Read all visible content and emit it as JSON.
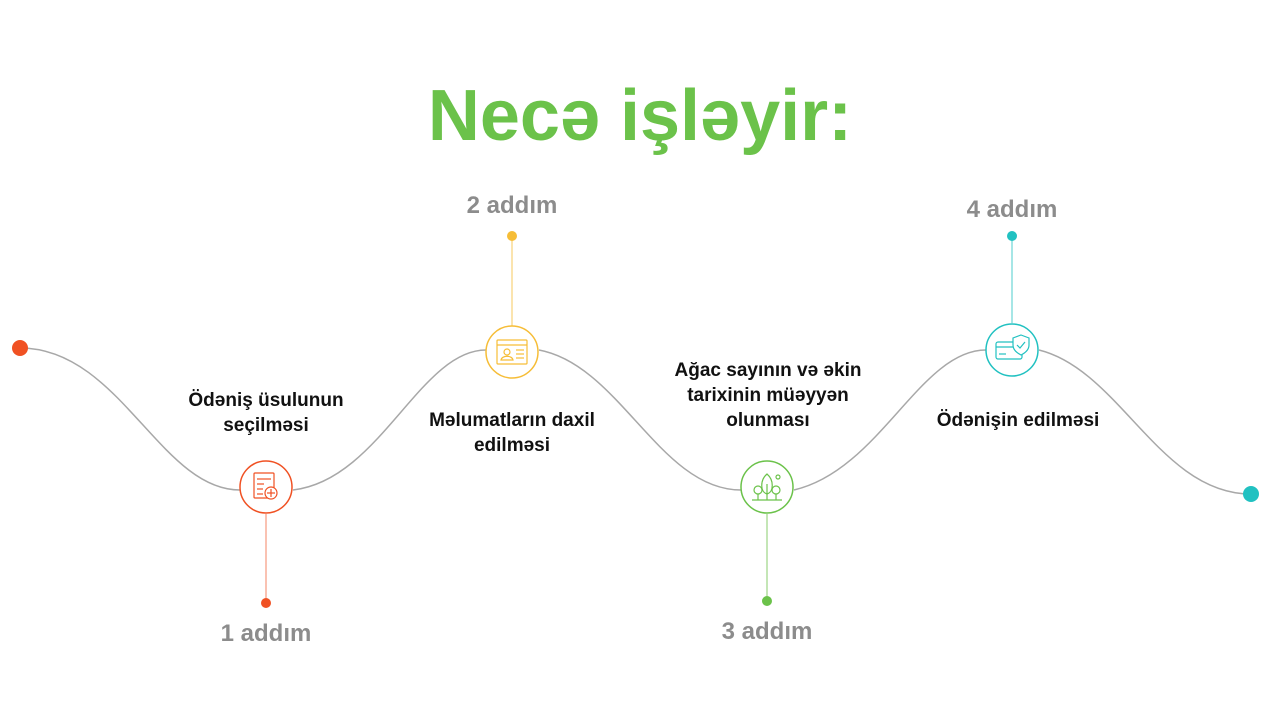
{
  "title": "Necə işləyir:",
  "steps": [
    {
      "number": "1 addım",
      "description": "Ödəniş üsulunun seçilməsi",
      "color": "#f05123",
      "icon": "document-card-icon"
    },
    {
      "number": "2 addım",
      "description": "Məlumatların daxil edilməsi",
      "color": "#f6bd37",
      "icon": "profile-form-icon"
    },
    {
      "number": "3 addım",
      "description": "Ağac sayının və əkin tarixinin müəyyən olunması",
      "color": "#6bc24a",
      "icon": "trees-icon"
    },
    {
      "number": "4 addım",
      "description": "Ödənişin edilməsi",
      "color": "#21c1c1",
      "icon": "card-shield-icon"
    }
  ],
  "colors": {
    "accent": "#6bc24a",
    "start_dot": "#f05123",
    "end_dot": "#21c1c1",
    "curve": "#a0a0a0",
    "step_label": "#8c8c8c"
  }
}
